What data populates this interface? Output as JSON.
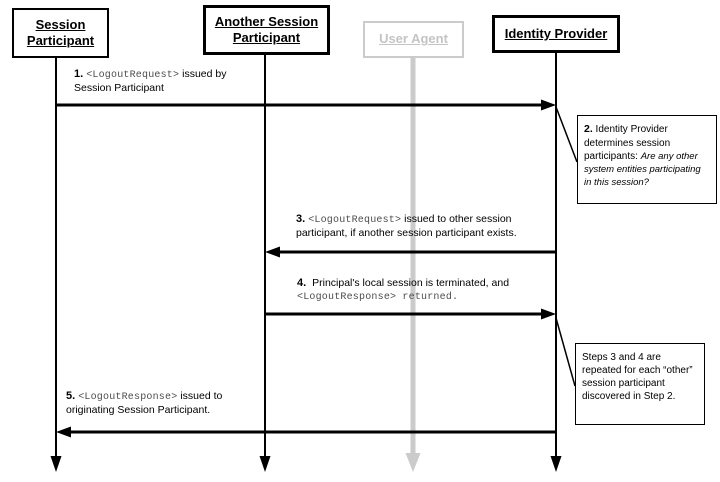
{
  "participants": {
    "session_participant": {
      "line1": "Session",
      "line2": "Participant"
    },
    "another_session_participant": {
      "line1": "Another Session",
      "line2": "Participant"
    },
    "user_agent": {
      "label": "User Agent"
    },
    "identity_provider": {
      "label": "Identity Provider"
    }
  },
  "messages": {
    "m1": {
      "num": "1.",
      "mono": "<LogoutRequest>",
      "rest": " issued by",
      "line2": "Session Participant"
    },
    "m3": {
      "num": "3.",
      "mono": "<LogoutRequest>",
      "rest": " issued to other session",
      "line2": "participant, if another session participant exists."
    },
    "m4": {
      "num": "4.",
      "rest": " Principal's local session is terminated, and",
      "line2_mono": "<LogoutResponse> returned."
    },
    "m5": {
      "num": "5.",
      "mono": "<LogoutResponse>",
      "rest": " issued to",
      "line2": "originating Session Participant."
    }
  },
  "notes": {
    "n2": {
      "num": "2.",
      "text": " Identity Provider determines session participants: ",
      "question": "Are any other system entities participating in this session?"
    },
    "n34": {
      "text": "Steps 3 and 4 are repeated for each “other” session participant discovered in Step 2."
    }
  },
  "colors": {
    "ink": "#000000",
    "muted": "#cbcbcb",
    "mono_ink": "#4d4d4d",
    "background": "#ffffff"
  }
}
